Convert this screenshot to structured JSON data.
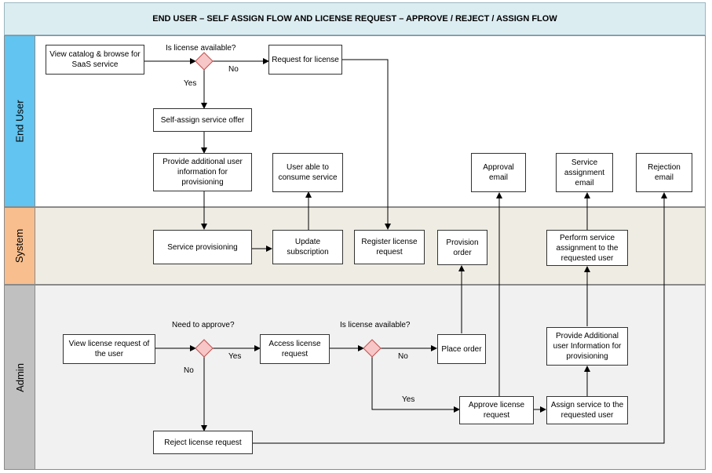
{
  "title": "END USER – SELF ASSIGN FLOW AND LICENSE REQUEST – APPROVE / REJECT / ASSIGN FLOW",
  "lanes": {
    "end_user": {
      "label": "End User",
      "header_color": "#62c4f0",
      "body_color": "#ffffff"
    },
    "system": {
      "label": "System",
      "header_color": "#f8be8e",
      "body_color": "#efede3"
    },
    "admin": {
      "label": "Admin",
      "header_color": "#c0c0c0",
      "body_color": "#f1f1f1"
    }
  },
  "nodes": {
    "view_catalog": "View catalog & browse for SaaS service",
    "request_license": "Request for license",
    "self_assign": "Self-assign service offer",
    "provide_info_user": "Provide additional user information for provisioning",
    "user_consume": "User able to consume service",
    "approval_email": "Approval email",
    "service_assignment_email": "Service assignment email",
    "rejection_email": "Rejection email",
    "service_provisioning": "Service provisioning",
    "update_subscription": "Update subscription",
    "register_license": "Register license request",
    "provision_order": "Provision order",
    "perform_assignment": "Perform service assignment to the requested user",
    "view_license_request": "View license request of the user",
    "access_license": "Access license request",
    "place_order": "Place order",
    "provide_info_admin": "Provide Additional user Information for provisioning",
    "approve_license": "Approve license request",
    "assign_service": "Assign service to the requested user",
    "reject_license": "Reject license request"
  },
  "decisions": {
    "user_license_available": "Is license available?",
    "need_to_approve": "Need to approve?",
    "admin_license_available": "Is license available?"
  },
  "edge_labels": {
    "user_yes": "Yes",
    "user_no": "No",
    "approve_yes": "Yes",
    "approve_no": "No",
    "admin_yes": "Yes",
    "admin_no": "No"
  },
  "colors": {
    "decision_fill": "#f7c6c7",
    "decision_stroke": "#c0504d",
    "line": "#000000"
  }
}
